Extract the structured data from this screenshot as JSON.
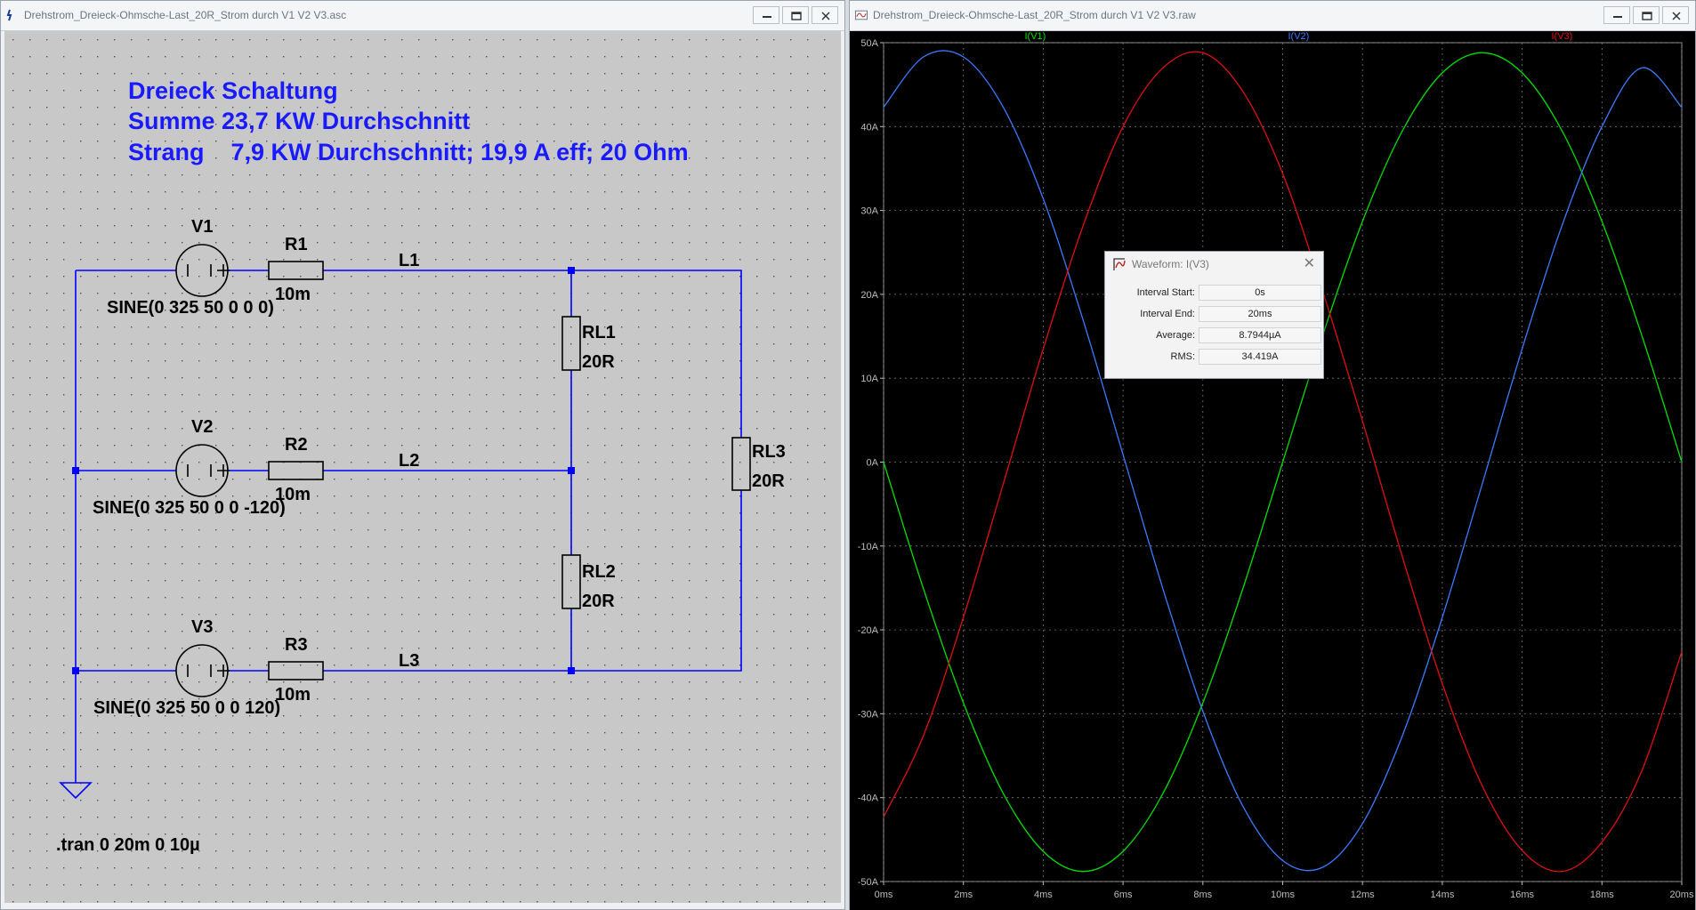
{
  "schematic_window": {
    "title": "Drehstrom_Dreieck-Ohmsche-Last_20R_Strom durch V1 V2 V3.asc",
    "heading_lines": [
      "Dreieck Schaltung",
      "Summe 23,7 KW Durchschnitt",
      "Strang    7,9 KW Durchschnitt; 19,9 A eff; 20 Ohm"
    ],
    "sources": [
      {
        "name": "V1",
        "value": "SINE(0 325 50 0 0 0)"
      },
      {
        "name": "V2",
        "value": "SINE(0 325 50 0 0 -120)"
      },
      {
        "name": "V3",
        "value": "SINE(0 325 50 0 0 120)"
      }
    ],
    "line_resistors": [
      {
        "name": "R1",
        "value": "10m"
      },
      {
        "name": "R2",
        "value": "10m"
      },
      {
        "name": "R3",
        "value": "10m"
      }
    ],
    "nets": [
      "L1",
      "L2",
      "L3"
    ],
    "loads": [
      {
        "name": "RL1",
        "value": "20R"
      },
      {
        "name": "RL2",
        "value": "20R"
      },
      {
        "name": "RL3",
        "value": "20R"
      }
    ],
    "directive": ".tran 0 20m 0 10µ",
    "wire_color": "#0000ff",
    "heading_color": "#1a1aff"
  },
  "waveform_window": {
    "title": "Drehstrom_Dreieck-Ohmsche-Last_20R_Strom durch V1 V2 V3.raw",
    "dialog": {
      "title": "Waveform: I(V3)",
      "fields": [
        {
          "label": "Interval Start:",
          "value": "0s"
        },
        {
          "label": "Interval End:",
          "value": "20ms"
        },
        {
          "label": "Average:",
          "value": "8.7944µA"
        },
        {
          "label": "RMS:",
          "value": "34.419A"
        }
      ]
    }
  },
  "chart_data": {
    "type": "line",
    "x_unit": "ms",
    "xlim": [
      0,
      20
    ],
    "ylim": [
      -50,
      50
    ],
    "x_ticks": [
      "0ms",
      "2ms",
      "4ms",
      "6ms",
      "8ms",
      "10ms",
      "12ms",
      "14ms",
      "16ms",
      "18ms",
      "20ms"
    ],
    "y_ticks": [
      "50A",
      "40A",
      "30A",
      "20A",
      "10A",
      "0A",
      "-10A",
      "-20A",
      "-30A",
      "-40A",
      "-50A"
    ],
    "grid": true,
    "background": "#000000",
    "series": [
      {
        "name": "I(V1)",
        "color": "#00e000",
        "x": [
          0,
          1,
          2,
          3,
          4,
          5,
          6,
          7,
          8,
          9,
          10,
          11,
          12,
          13,
          14,
          15,
          16,
          17,
          18,
          19,
          20
        ],
        "y": [
          0,
          -15.1,
          -28.7,
          -39.5,
          -46.4,
          -48.8,
          -46.4,
          -39.5,
          -28.7,
          -15.1,
          0,
          15.1,
          28.7,
          39.5,
          46.4,
          48.8,
          46.4,
          39.5,
          28.7,
          15.1,
          0
        ]
      },
      {
        "name": "I(V2)",
        "color": "#3b7bff",
        "x": [
          0,
          1,
          2,
          3,
          4,
          5,
          6,
          7,
          8,
          9,
          10,
          11,
          12,
          13,
          14,
          15,
          16,
          17,
          18,
          19,
          20
        ],
        "y": [
          42.3,
          48.3,
          48.3,
          42.3,
          31.4,
          16.9,
          0.9,
          -15.1,
          -29.7,
          -41.0,
          -47.5,
          -48.3,
          -43.1,
          -32.6,
          -18.5,
          -2.6,
          13.5,
          28.2,
          40.0,
          47.0,
          42.3
        ]
      },
      {
        "name": "I(V3)",
        "color": "#e01010",
        "x": [
          0,
          1,
          2,
          3,
          4,
          5,
          6,
          7,
          8,
          9,
          10,
          11,
          12,
          13,
          14,
          15,
          16,
          17,
          18,
          19,
          20
        ],
        "y": [
          -42.3,
          -32.6,
          -18.5,
          -2.6,
          13.5,
          28.2,
          40.0,
          47.0,
          48.8,
          44.2,
          34.4,
          20.4,
          4.9,
          -11.3,
          -26.4,
          -38.6,
          -46.3,
          -48.8,
          -45.3,
          -36.8,
          -22.6
        ]
      }
    ]
  }
}
